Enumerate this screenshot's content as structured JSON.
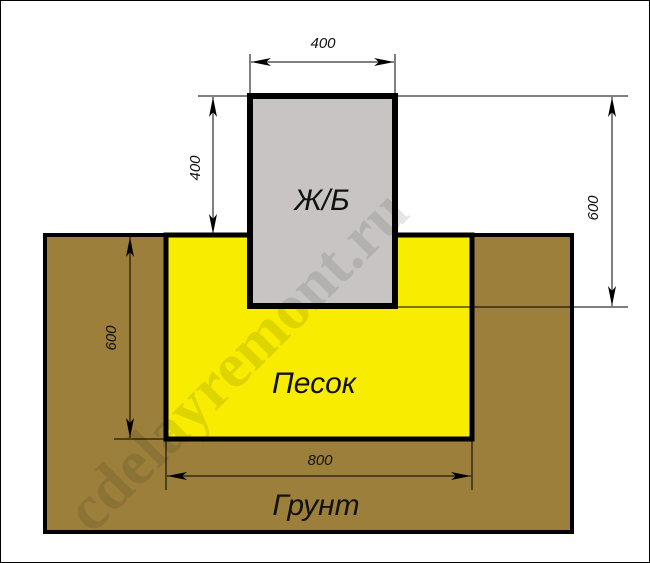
{
  "diagram": {
    "type": "foundation cross-section",
    "colors": {
      "ground": "#9b7f3b",
      "sand": "#f8ec00",
      "concrete": "#c8c4c4",
      "outline": "#000000",
      "background": "#ffffff"
    },
    "labels": {
      "concrete": "Ж/Б",
      "sand": "Песок",
      "ground": "Грунт"
    },
    "dimensions": {
      "concrete_width": "400",
      "concrete_above_ground": "400",
      "concrete_total_height": "600",
      "sand_depth": "600",
      "sand_width": "800"
    },
    "watermark": "cdelayremont.ru"
  }
}
